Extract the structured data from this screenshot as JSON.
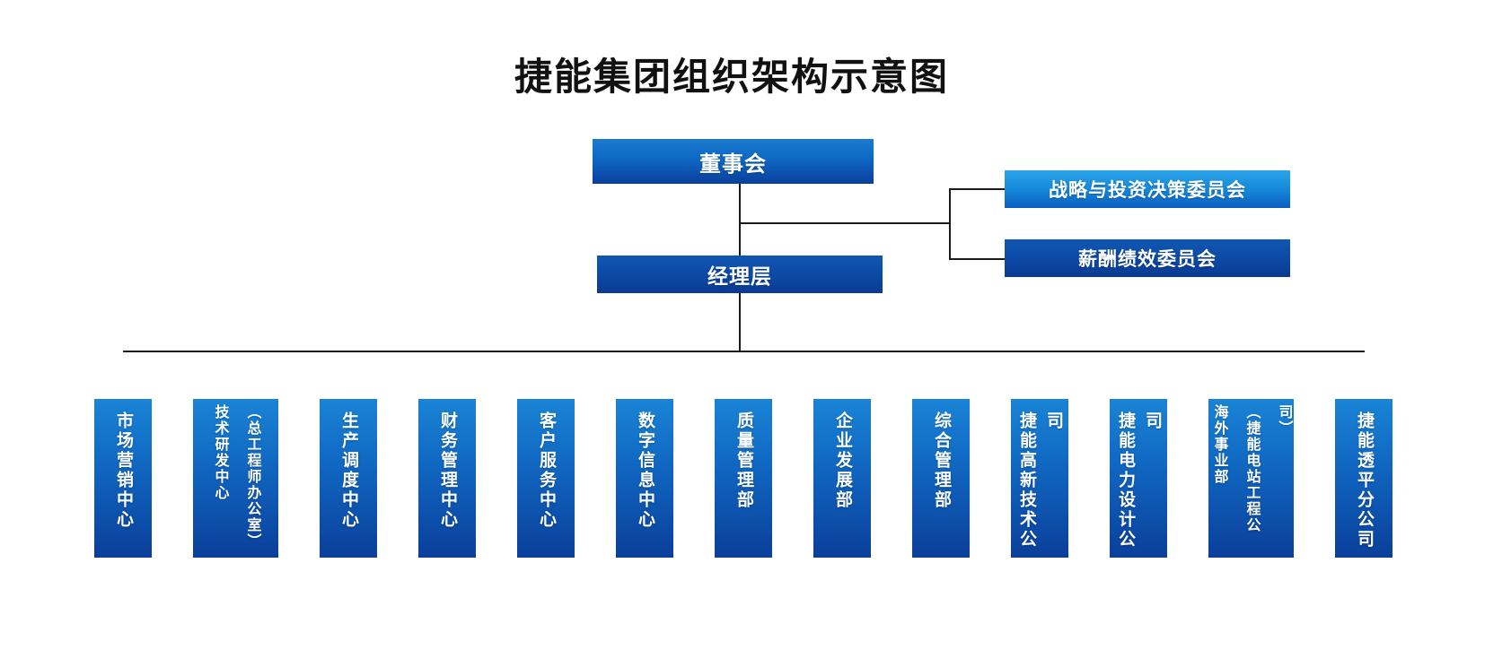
{
  "title": "捷能集团组织架构示意图",
  "nodes": {
    "board": {
      "label": "董事会"
    },
    "management": {
      "label": "经理层"
    },
    "committees": [
      {
        "label": "战略与投资决策委员会",
        "style": "light"
      },
      {
        "label": "薪酬绩效委员会",
        "style": "dark"
      }
    ]
  },
  "departments": [
    {
      "label": "市场营销中心",
      "wide": false
    },
    {
      "label": "技术研发中心\n（总工程师办公室）",
      "wide": true
    },
    {
      "label": "生产调度中心",
      "wide": false
    },
    {
      "label": "财务管理中心",
      "wide": false
    },
    {
      "label": "客户服务中心",
      "wide": false
    },
    {
      "label": "数字信息中心",
      "wide": false
    },
    {
      "label": "质量管理部",
      "wide": false
    },
    {
      "label": "企业发展部",
      "wide": false
    },
    {
      "label": "综合管理部",
      "wide": false
    },
    {
      "label": "捷能高新技术公司",
      "wide": false
    },
    {
      "label": "捷能电力设计公司",
      "wide": false
    },
    {
      "label": "海外事业部\n（捷能电站工程公司）",
      "wide": true
    },
    {
      "label": "捷能透平分公司",
      "wide": false
    }
  ],
  "colors": {
    "dept_gradient_top": "#1a84d6",
    "dept_gradient_bottom": "#0a3f9a",
    "primary_gradient_top": "#1b7ad0",
    "primary_gradient_bottom": "#0a3f9c",
    "dark_gradient_top": "#1057b2",
    "dark_gradient_bottom": "#0a3a92",
    "light_gradient_top": "#2ba4e8",
    "light_gradient_bottom": "#0c5cc0",
    "connector": "#1a1a1a",
    "node_text": "#ffffff",
    "title_text": "#111111"
  }
}
